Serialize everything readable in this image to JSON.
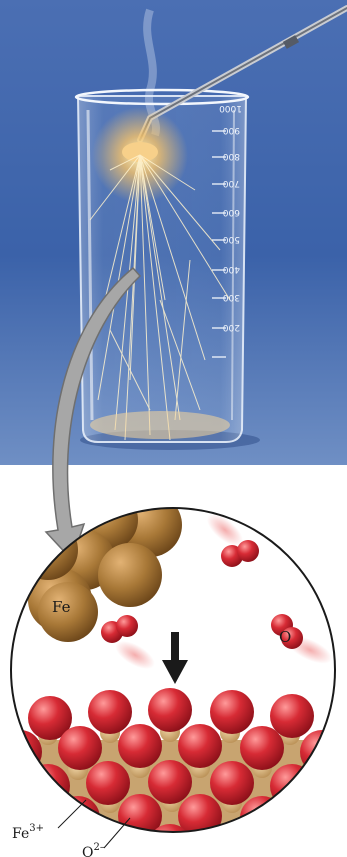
{
  "labels": {
    "fe": "Fe",
    "o": "O",
    "fe_ion": "Fe",
    "fe_ion_charge": "3+",
    "o_ion": "O",
    "o_ion_charge": "2–"
  },
  "beaker_scale": [
    "200",
    "300",
    "400",
    "500",
    "600",
    "700",
    "800",
    "900",
    "1000"
  ],
  "colors": {
    "photo_background": "#3d63a8",
    "iron": "#a87837",
    "oxygen": "#d0202c",
    "arrow": "#9a9a9a"
  }
}
